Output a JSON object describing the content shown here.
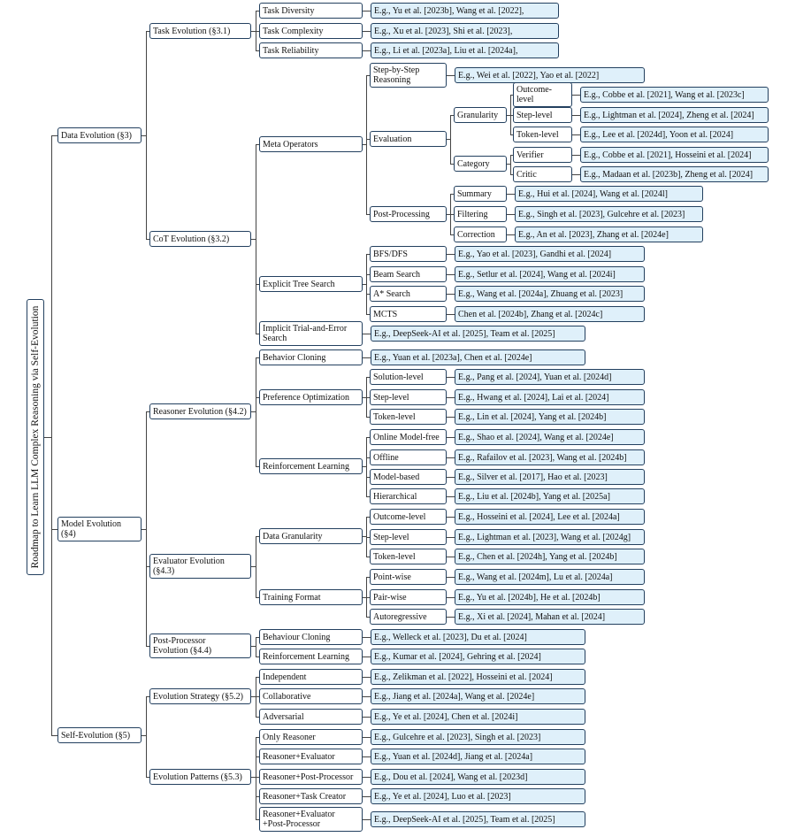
{
  "tree": {
    "label": "Roadmap to Learn LLM Complex Reasoning via Self-Evolution",
    "children": [
      {
        "label": "Data Evolution (§3)",
        "children": [
          {
            "label": "Task Evolution  (§3.1)",
            "children": [
              {
                "label": "Task Diversity",
                "refs": "E.g.,  Yu et al. [2023b], Wang et al. [2022],"
              },
              {
                "label": "Task Complexity",
                "refs": "E.g.,  Xu et al. [2023], Shi et al. [2023],"
              },
              {
                "label": "Task Reliability",
                "refs": "E.g.,  Li et al. [2023a], Liu et al. [2024a],"
              }
            ]
          },
          {
            "label": "CoT Evolution  (§3.2)",
            "children": [
              {
                "label": "Meta Operators",
                "children": [
                  {
                    "label": "Step-by-Step\nReasoning",
                    "refs": "E.g.,   Wei et al. [2022],  Yao et al. [2022]"
                  },
                  {
                    "label": "Evaluation",
                    "children": [
                      {
                        "label": "Granularity",
                        "children": [
                          {
                            "label": "Outcome-level",
                            "refs": "E.g.,  Cobbe et al. [2021], Wang et al. [2023c]"
                          },
                          {
                            "label": "Step-level",
                            "refs": "E.g.,  Lightman et al. [2024], Zheng et al. [2024]"
                          },
                          {
                            "label": "Token-level",
                            "refs": "E.g.,  Lee et al. [2024d], Yoon et al. [2024]"
                          }
                        ]
                      },
                      {
                        "label": "Category",
                        "children": [
                          {
                            "label": "Verifier",
                            "refs": "E.g.,  Cobbe et al. [2021], Hosseini et al. [2024]"
                          },
                          {
                            "label": "Critic",
                            "refs": "E.g.,  Madaan et al. [2023b], Zheng et al. [2024]"
                          }
                        ]
                      }
                    ]
                  },
                  {
                    "label": "Post-Processing",
                    "children": [
                      {
                        "label": "Summary",
                        "refs": "E.g.,  Hui et al. [2024], Wang et al. [2024l]"
                      },
                      {
                        "label": "Filtering",
                        "refs": "E.g.,  Singh et al. [2023], Gulcehre et al. [2023]"
                      },
                      {
                        "label": "Correction",
                        "refs": "E.g.,  An et al. [2023], Zhang et al. [2024e]"
                      }
                    ]
                  }
                ]
              },
              {
                "label": "Explicit Tree Search",
                "children": [
                  {
                    "label": "BFS/DFS",
                    "refs": "E.g.,  Yao et al. [2023], Gandhi et al. [2024]"
                  },
                  {
                    "label": "Beam Search",
                    "refs": "E.g.,  Setlur et al. [2024], Wang et al. [2024i]"
                  },
                  {
                    "label": "A* Search",
                    "refs": "E.g.,  Wang et al. [2024a], Zhuang et al. [2023]"
                  },
                  {
                    "label": "MCTS",
                    "refs": "Chen et al. [2024b], Zhang et al. [2024c]"
                  }
                ]
              },
              {
                "label": "Implicit Trial-and-Error\nSearch",
                "refs": "E.g.,  DeepSeek-AI et al. [2025], Team et al. [2025]"
              }
            ]
          }
        ]
      },
      {
        "label": "Model Evolution (§4)",
        "children": [
          {
            "label": "Reasoner Evolution (§4.2)",
            "children": [
              {
                "label": "Behavior Cloning",
                "refs": "E.g.,  Yuan et al. [2023a], Chen et al. [2024e]"
              },
              {
                "label": "Preference Optimization",
                "children": [
                  {
                    "label": "Solution-level",
                    "refs": "E.g.,  Pang et al. [2024], Yuan et al. [2024d]"
                  },
                  {
                    "label": "Step-level",
                    "refs": "E.g.,  Hwang et al. [2024], Lai et al. [2024]"
                  },
                  {
                    "label": "Token-level",
                    "refs": "E.g.,  Lin et al. [2024], Yang et al. [2024b]"
                  }
                ]
              },
              {
                "label": "Reinforcement Learning",
                "children": [
                  {
                    "label": "Online Model-free",
                    "refs": "E.g.,  Shao et al. [2024], Wang et al. [2024e]"
                  },
                  {
                    "label": "Offline",
                    "refs": "E.g.,  Rafailov et al. [2023], Wang et al. [2024b]"
                  },
                  {
                    "label": "Model-based",
                    "refs": "E.g.,  Silver et al. [2017], Hao et al. [2023]"
                  },
                  {
                    "label": "Hierarchical",
                    "refs": "E.g.,  Liu et al. [2024b], Yang et al. [2025a]"
                  }
                ]
              }
            ]
          },
          {
            "label": "Evaluator Evolution (§4.3)",
            "children": [
              {
                "label": "Data Granularity",
                "children": [
                  {
                    "label": "Outcome-level",
                    "refs": "E.g.,  Hosseini et al. [2024], Lee et al. [2024a]"
                  },
                  {
                    "label": "Step-level",
                    "refs": "E.g.,  Lightman et al. [2023], Wang et al. [2024g]"
                  },
                  {
                    "label": "Token-level",
                    "refs": "E.g.,  Chen et al. [2024h], Yang et al. [2024b]"
                  }
                ]
              },
              {
                "label": "Training Format",
                "children": [
                  {
                    "label": "Point-wise",
                    "refs": "E.g.,  Wang et al. [2024m], Lu et al. [2024a]"
                  },
                  {
                    "label": "Pair-wise",
                    "refs": "E.g.,  Yu et al. [2024b], He et al. [2024b]"
                  },
                  {
                    "label": "Autoregressive",
                    "refs": "E.g.,  Xi et al. [2024], Mahan et al. [2024]"
                  }
                ]
              }
            ]
          },
          {
            "label": "Post-Processor\nEvolution (§4.4)",
            "children": [
              {
                "label": "Behaviour Cloning",
                "refs": "E.g.,  Welleck et al. [2023], Du et al. [2024]"
              },
              {
                "label": "Reinforcement Learning",
                "refs": "E.g.,  Kumar et al. [2024], Gehring et al. [2024]"
              }
            ]
          }
        ]
      },
      {
        "label": "Self-Evolution (§5)",
        "children": [
          {
            "label": "Evolution Strategy (§5.2)",
            "children": [
              {
                "label": "Independent",
                "refs": "E.g.,  Zelikman et al. [2022], Hosseini et al. [2024]"
              },
              {
                "label": "Collaborative",
                "refs": "E.g.,  Jiang et al. [2024a], Wang et al. [2024e]"
              },
              {
                "label": "Adversarial",
                "refs": "E.g.,  Ye et al. [2024], Chen et al. [2024i]"
              }
            ]
          },
          {
            "label": "Evolution Patterns (§5.3)",
            "children": [
              {
                "label": "Only Reasoner",
                "refs": "E.g.,  Gulcehre et al. [2023], Singh et al. [2023]"
              },
              {
                "label": "Reasoner+Evaluator",
                "refs": "E.g.,  Yuan et al. [2024d], Jiang et al. [2024a]"
              },
              {
                "label": "Reasoner+Post-Processor",
                "refs": "E.g.,  Dou et al. [2024], Wang et al. [2023d]"
              },
              {
                "label": "Reasoner+Task Creator",
                "refs": "E.g.,  Ye et al. [2024], Luo et al. [2023]"
              },
              {
                "label": "Reasoner+Evaluator\n+Post-Processor",
                "refs": "E.g.,  DeepSeek-AI et al. [2025], Team et al. [2025]"
              }
            ]
          }
        ]
      }
    ]
  }
}
